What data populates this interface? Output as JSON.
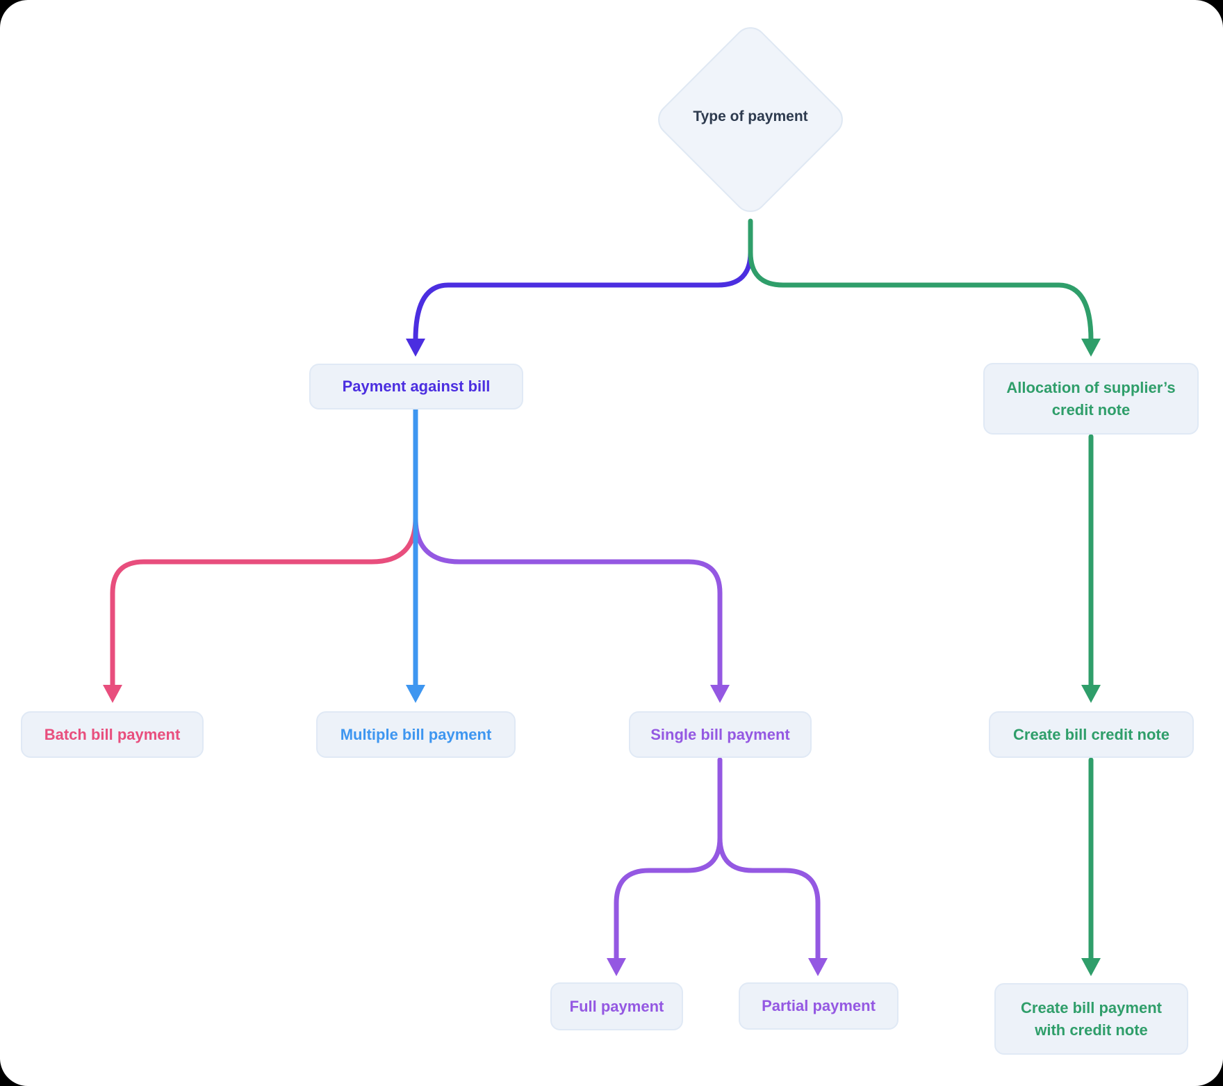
{
  "colors": {
    "indigo": "#4B2EE0",
    "green": "#2F9E6A",
    "pink": "#E84E7D",
    "blue": "#3E96F0",
    "purple": "#9458E2",
    "node_fill": "#EDF2F9",
    "node_border": "#E0E9F5",
    "dark_text": "#2D3A4E"
  },
  "diagram": {
    "root": {
      "label": "Type of payment"
    },
    "nodes": {
      "payment_against_bill": {
        "label": "Payment against bill"
      },
      "allocation": {
        "label": "Allocation of supplier’s credit note"
      },
      "batch": {
        "label": "Batch bill payment"
      },
      "multiple": {
        "label": "Multiple bill payment"
      },
      "single": {
        "label": "Single bill payment"
      },
      "create_credit_note": {
        "label": "Create bill credit note"
      },
      "full": {
        "label": "Full payment"
      },
      "partial": {
        "label": "Partial payment"
      },
      "create_bill_payment": {
        "label": "Create bill payment with credit note"
      }
    }
  }
}
